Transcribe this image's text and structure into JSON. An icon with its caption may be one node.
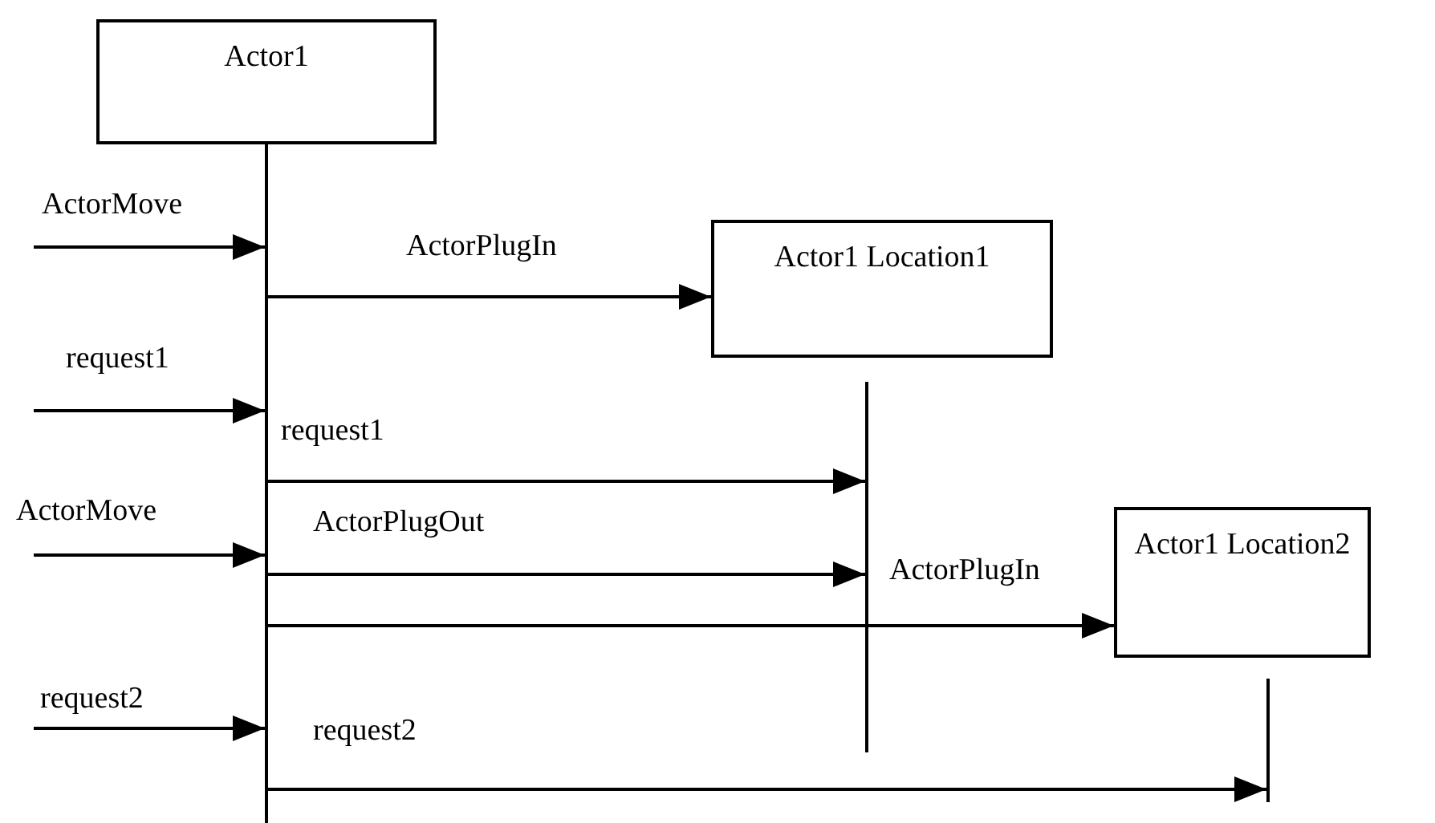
{
  "diagram": {
    "nodes": [
      {
        "text": [
          "Actor1"
        ]
      },
      {
        "text": [],
        "shape": "bar"
      },
      {
        "text": [
          "Actor1 Location1"
        ]
      },
      {
        "text": [],
        "shape": "bar"
      },
      {
        "text": [
          "Actor1 Location2"
        ]
      },
      {
        "text": [],
        "shape": "bar"
      }
    ],
    "edges": [
      {
        "from": null,
        "to": 1,
        "arrow": "to",
        "label": "ActorMove"
      },
      {
        "from": 1,
        "to": 2,
        "arrow": "to",
        "label": "ActorPlugIn"
      },
      {
        "from": null,
        "to": 1,
        "arrow": "to",
        "label": "request1"
      },
      {
        "from": 1,
        "to": 3,
        "arrow": "to",
        "label": "request1"
      },
      {
        "from": null,
        "to": 1,
        "arrow": "to",
        "label": "ActorMove"
      },
      {
        "from": 1,
        "to": 3,
        "arrow": "to",
        "label": "ActorPlugOut"
      },
      {
        "from": 1,
        "to": 4,
        "arrow": "to",
        "label": "ActorPlugIn"
      },
      {
        "from": null,
        "to": 1,
        "arrow": "to",
        "label": "request2"
      },
      {
        "from": 1,
        "to": 5,
        "arrow": "to",
        "label": "request2"
      }
    ]
  }
}
